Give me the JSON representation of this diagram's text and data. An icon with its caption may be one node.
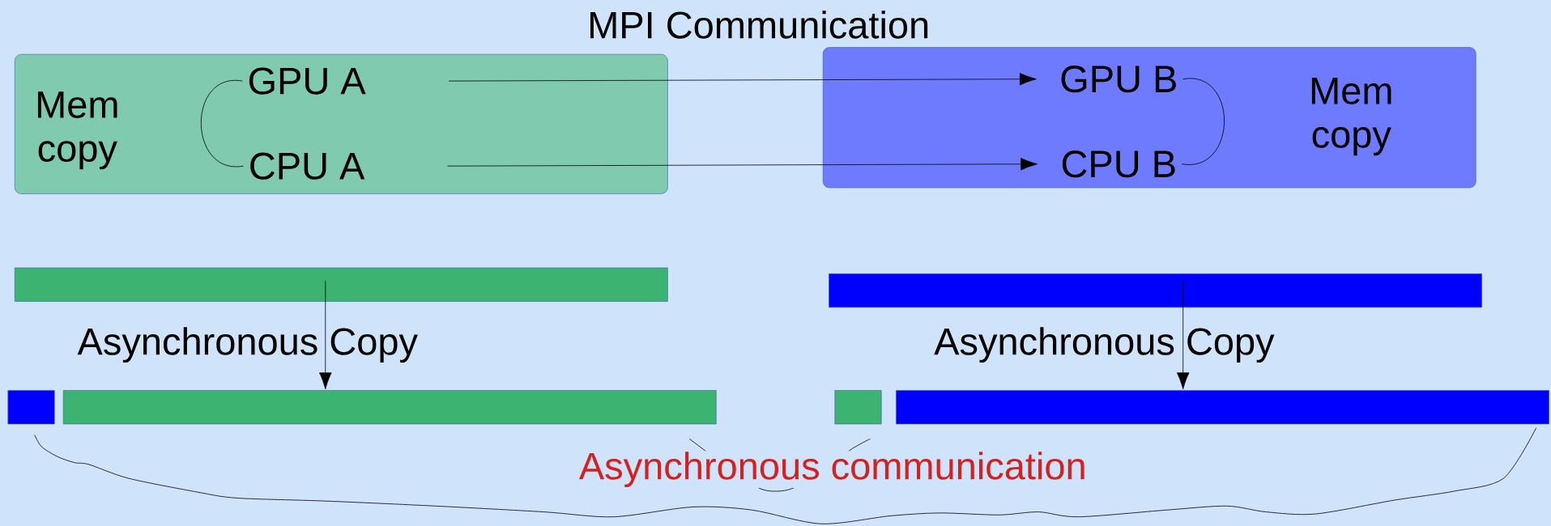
{
  "diagram": {
    "title": "MPI Communication",
    "nodes": [
      {
        "text": [
          "Mem copy"
        ]
      },
      {
        "text": [
          "GPU A"
        ],
        "in": 0
      },
      {
        "text": [
          "CPU A"
        ],
        "in": 0
      },
      {
        "text": [
          "Mem copy"
        ]
      },
      {
        "text": [
          "GPU B"
        ],
        "in": 3
      },
      {
        "text": [
          "CPU B"
        ],
        "in": 3
      },
      {
        "text": [],
        "shape": "bar"
      },
      {
        "text": [],
        "shape": "bar"
      },
      {
        "text": [],
        "shape": "bar"
      },
      {
        "text": [],
        "shape": "bar"
      },
      {
        "text": [],
        "shape": "bar"
      },
      {
        "text": [],
        "shape": "bar"
      }
    ],
    "edges": [
      {
        "from": 1,
        "to": 4,
        "arrow": "to"
      },
      {
        "from": 2,
        "to": 5,
        "arrow": "to"
      },
      {
        "from": 1,
        "to": 2,
        "arrow": "none"
      },
      {
        "from": 4,
        "to": 5,
        "arrow": "none"
      },
      {
        "from": 6,
        "to": 9,
        "arrow": "to"
      },
      {
        "from": 7,
        "to": 11,
        "arrow": "to"
      }
    ],
    "labels": [
      "Asynchronous Copy",
      "Asynchronous Copy",
      "Asynchronous communication"
    ]
  }
}
